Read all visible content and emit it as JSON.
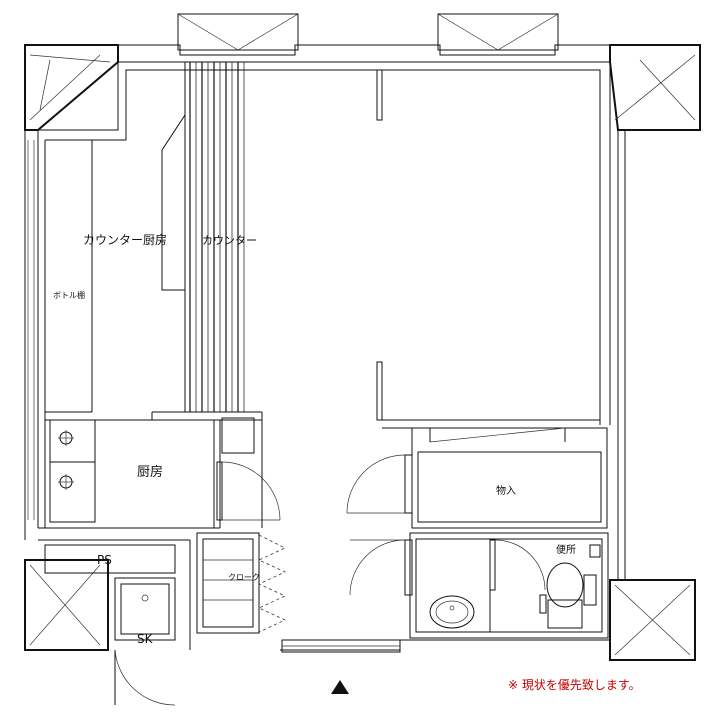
{
  "rooms": {
    "counter_kitchen": "カウンター厨房",
    "counter": "カウンター",
    "bottle_shelf": "ボトル棚",
    "kitchen": "厨房",
    "storage": "物入",
    "toilet": "便所",
    "cloak": "クローク",
    "ps": "PS",
    "sk": "SK"
  },
  "note": "※  現状を優先致します。",
  "icons": {
    "entrance_marker": "triangle-up-icon",
    "burner": "stove-burner-icon",
    "toilet": "toilet-icon",
    "sink": "sink-icon"
  },
  "colors": {
    "line": "#111111",
    "note": "#c40000"
  }
}
